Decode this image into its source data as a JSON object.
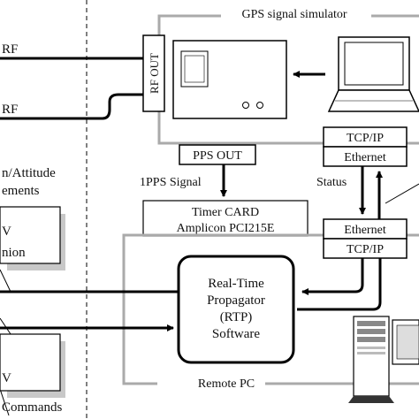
{
  "diagram": {
    "gps_simulator_label": "GPS signal simulator",
    "rf_out_label": "RF OUT",
    "rf_top_label": "RF",
    "rf_bottom_label": "RF",
    "attitude_label_line1": "n/Attitude",
    "attitude_label_line2": "ements",
    "box_left1_line1": "V",
    "box_left1_line2": "nion",
    "box_left2_line1": "V",
    "commands_label": "Commands",
    "pps_out_label": "PPS OUT",
    "one_pps_signal_label": "1PPS Signal",
    "timer_card_line1": "Timer CARD",
    "timer_card_line2": "Amplicon PCI215E",
    "tcp_ip_top_label": "TCP/IP",
    "ethernet_top_label": "Ethernet",
    "status_label": "Status",
    "ethernet_bottom_label": "Ethernet",
    "tcp_ip_bottom_label": "TCP/IP",
    "rtp_line1": "Real-Time",
    "rtp_line2": "Propagator",
    "rtp_line3": "(RTP)",
    "rtp_line4": "Software",
    "remote_pc_label": "Remote PC"
  },
  "colors": {
    "frame_gray": "#aaaaaa",
    "shadow_gray": "#c8c8c8",
    "line_black": "#000000",
    "background": "#ffffff"
  }
}
